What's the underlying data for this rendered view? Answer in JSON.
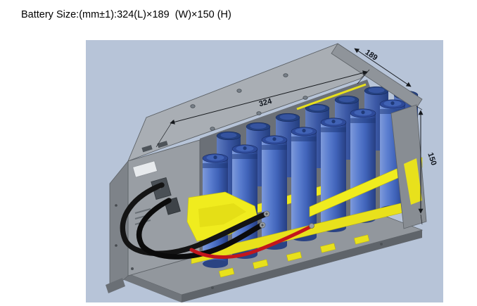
{
  "page": {
    "title": "Battery Size:(mm±1):324(L)×189  (W)×150 (H)"
  },
  "figure": {
    "dimensions": {
      "length_mm": "324",
      "depth_mm": "189",
      "height_mm": "150"
    },
    "colors": {
      "panel_background": "#b7c4d8",
      "enclosure_gray": "#a9aeb4",
      "cell_blue": "#3f62b8",
      "holder_yellow": "#efe91e",
      "cable_black": "#141414",
      "cable_red": "#c3161c"
    }
  }
}
